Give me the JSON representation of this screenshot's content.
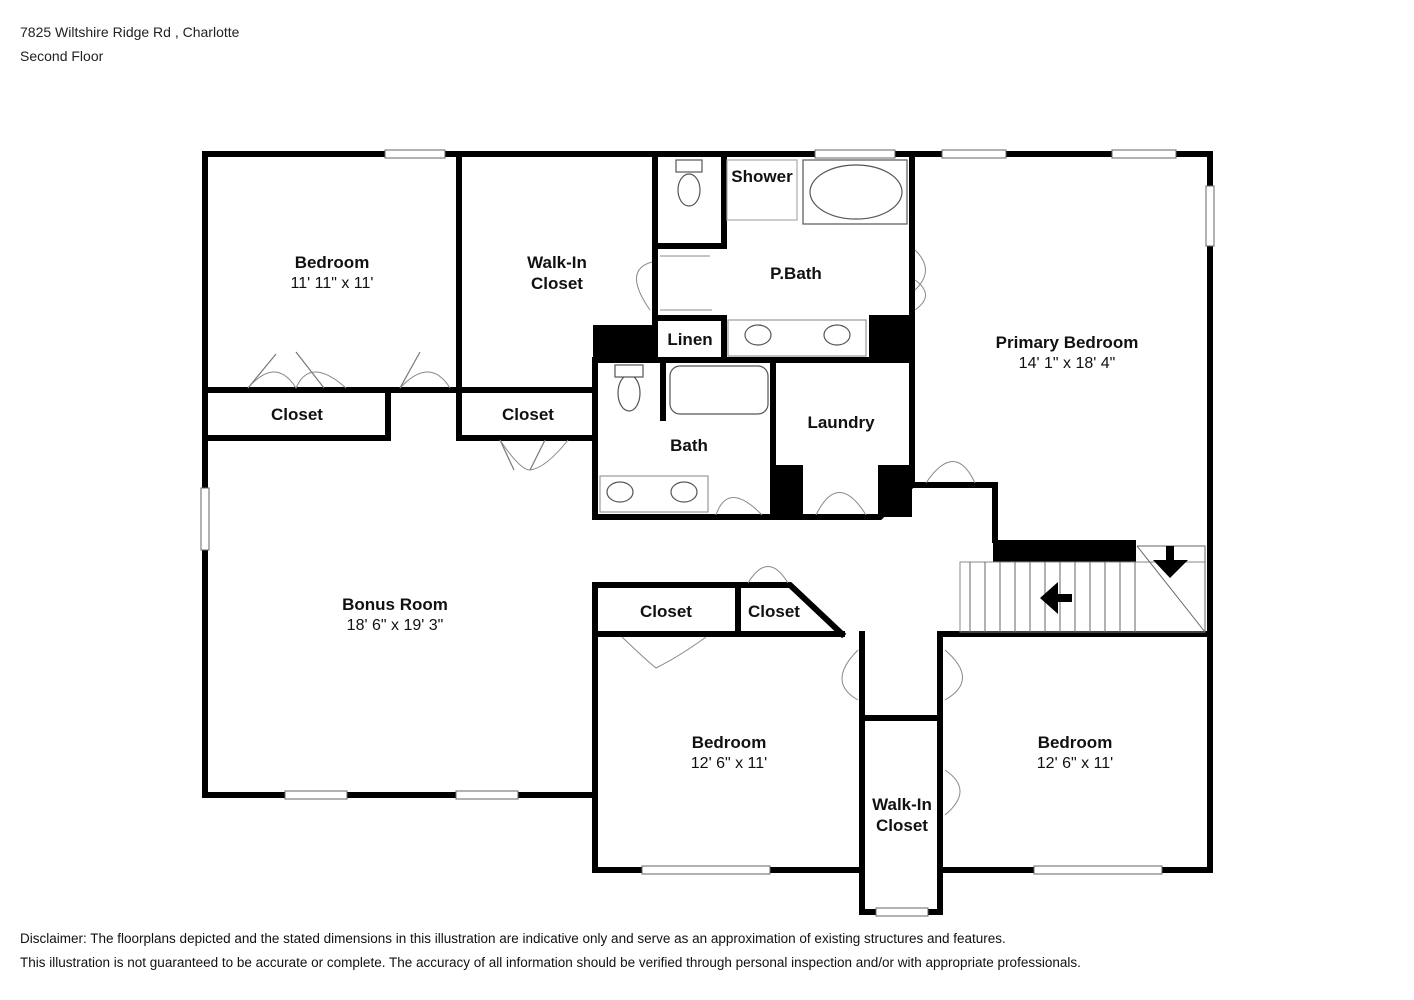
{
  "header": {
    "address": "7825 Wiltshire Ridge Rd , Charlotte",
    "floor": "Second Floor"
  },
  "rooms": {
    "bedroom_nw": {
      "name": "Bedroom",
      "dims": "11' 11\" x 11'"
    },
    "walkin_closet_top": {
      "name_line1": "Walk-In",
      "name_line2": "Closet"
    },
    "shower": {
      "name": "Shower"
    },
    "pbath": {
      "name": "P.Bath"
    },
    "linen": {
      "name": "Linen"
    },
    "primary_bedroom": {
      "name": "Primary Bedroom",
      "dims": "14' 1\" x 18' 4\""
    },
    "closet_nw": {
      "name": "Closet"
    },
    "closet_mid": {
      "name": "Closet"
    },
    "bath": {
      "name": "Bath"
    },
    "laundry": {
      "name": "Laundry"
    },
    "bonus_room": {
      "name": "Bonus Room",
      "dims": "18' 6\" x 19' 3\""
    },
    "closet_s1": {
      "name": "Closet"
    },
    "closet_s2": {
      "name": "Closet"
    },
    "bedroom_s": {
      "name": "Bedroom",
      "dims": "12' 6\" x 11'"
    },
    "bedroom_se": {
      "name": "Bedroom",
      "dims": "12' 6\" x 11'"
    },
    "walkin_closet_s": {
      "name_line1": "Walk-In",
      "name_line2": "Closet"
    }
  },
  "disclaimer": {
    "line1": "Disclaimer: The floorplans depicted and the stated dimensions in this illustration are indicative only and serve as an approximation of existing structures and features.",
    "line2": "This illustration is not guaranteed to be accurate or complete. The accuracy of all information should be verified through personal inspection and/or with appropriate professionals."
  },
  "colors": {
    "wall": "#000000",
    "background": "#ffffff"
  }
}
